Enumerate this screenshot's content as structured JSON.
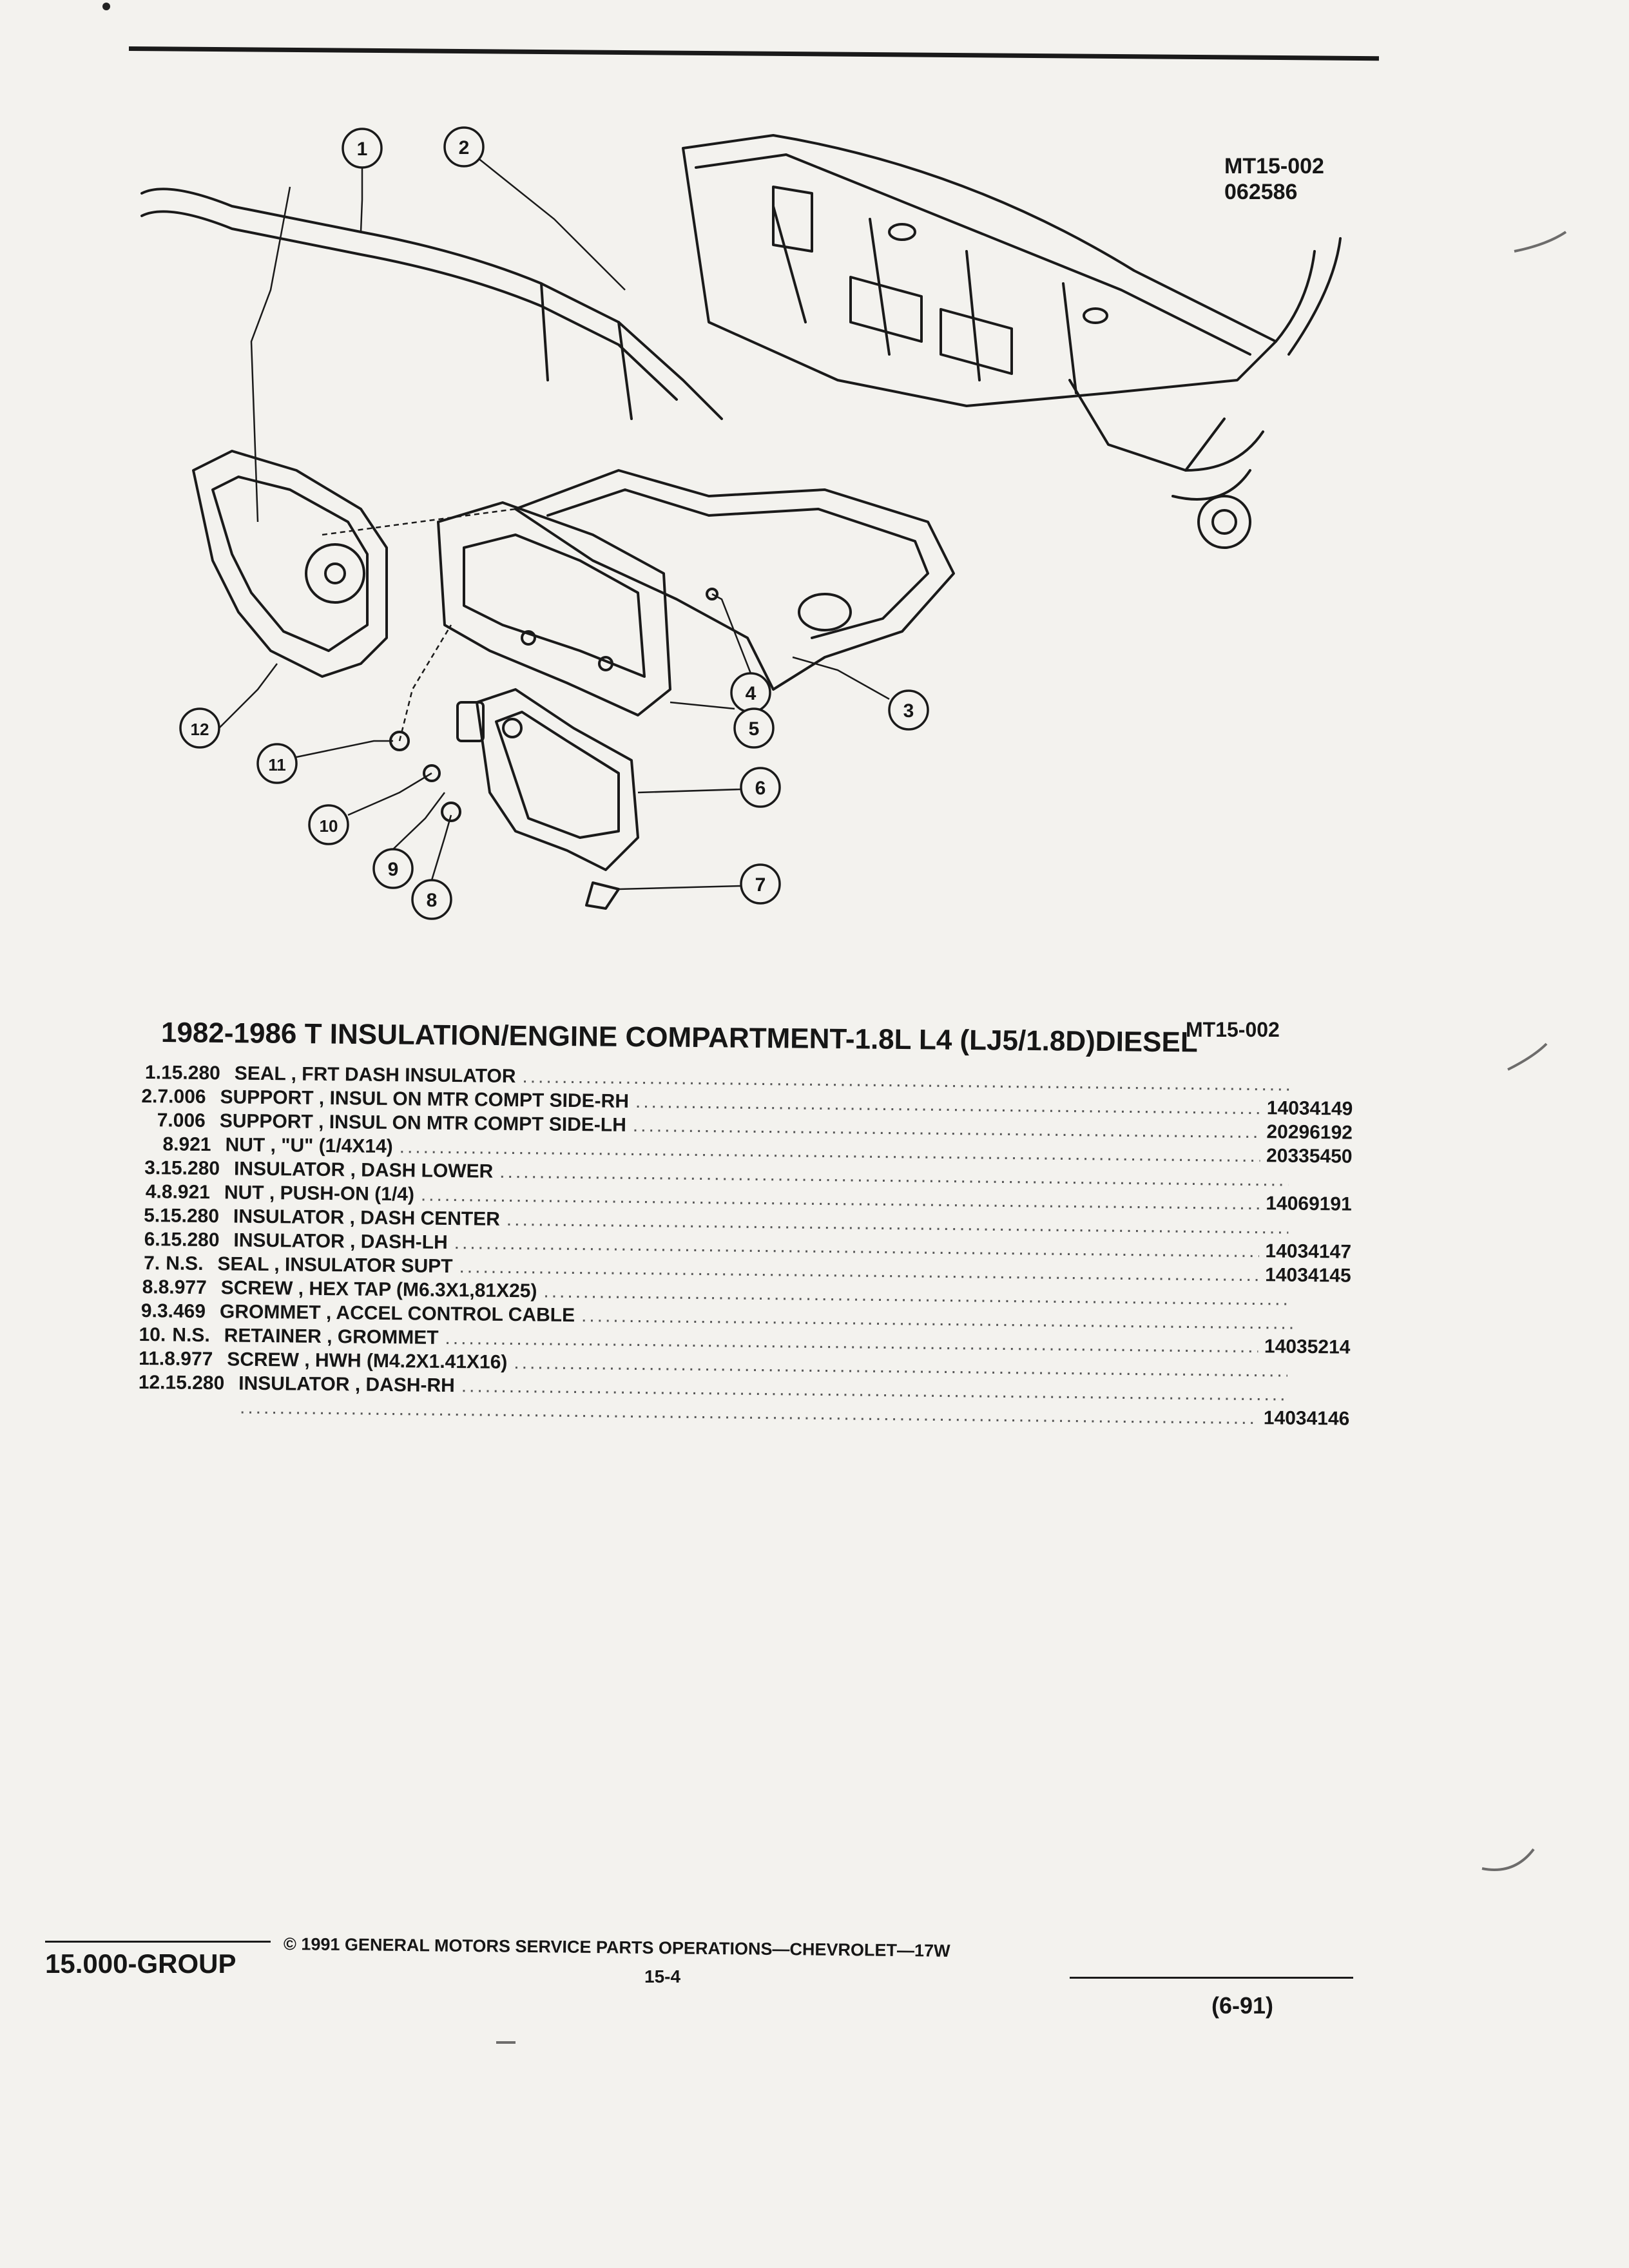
{
  "figure": {
    "id_line1": "MT15-002",
    "id_line2": "062586",
    "callouts": [
      "1",
      "2",
      "3",
      "4",
      "5",
      "6",
      "7",
      "8",
      "9",
      "10",
      "11",
      "12"
    ]
  },
  "heading": {
    "title": "1982-1986 T INSULATION/ENGINE COMPARTMENT-1.8L L4 (LJ5/1.8D)DIESEL",
    "ref": "MT15-002"
  },
  "parts": [
    {
      "no": "1.",
      "group": "15.280",
      "desc": "SEAL , FRT DASH INSULATOR",
      "part": ""
    },
    {
      "no": "2.",
      "group": "7.006",
      "desc": "SUPPORT , INSUL ON MTR COMPT SIDE-RH",
      "part": "14034149"
    },
    {
      "no": "",
      "group": "7.006",
      "desc": "SUPPORT , INSUL ON MTR COMPT SIDE-LH",
      "part": "20296192"
    },
    {
      "no": "",
      "group": "8.921",
      "desc": "NUT , \"U\" (1/4X14)",
      "part": "20335450"
    },
    {
      "no": "3.",
      "group": "15.280",
      "desc": "INSULATOR , DASH LOWER",
      "part": ""
    },
    {
      "no": "4.",
      "group": "8.921",
      "desc": "NUT , PUSH-ON (1/4)",
      "part": "14069191"
    },
    {
      "no": "5.",
      "group": "15.280",
      "desc": "INSULATOR , DASH CENTER",
      "part": ""
    },
    {
      "no": "6.",
      "group": "15.280",
      "desc": "INSULATOR , DASH-LH",
      "part": "14034147"
    },
    {
      "no": "7.",
      "group": "N.S.",
      "desc": "SEAL , INSULATOR SUPT",
      "part": "14034145"
    },
    {
      "no": "8.",
      "group": "8.977",
      "desc": "SCREW , HEX TAP (M6.3X1,81X25)",
      "part": ""
    },
    {
      "no": "9.",
      "group": "3.469",
      "desc": "GROMMET , ACCEL CONTROL CABLE",
      "part": ""
    },
    {
      "no": "10.",
      "group": "N.S.",
      "desc": "RETAINER , GROMMET",
      "part": "14035214"
    },
    {
      "no": "11.",
      "group": "8.977",
      "desc": "SCREW , HWH (M4.2X1.41X16)",
      "part": ""
    },
    {
      "no": "12.",
      "group": "15.280",
      "desc": "INSULATOR , DASH-RH",
      "part": ""
    },
    {
      "no": "",
      "group": "",
      "desc": "",
      "part": "14034146"
    }
  ],
  "footer": {
    "group": "15.000-GROUP",
    "copyright": "©  1991  GENERAL MOTORS SERVICE PARTS OPERATIONS—CHEVROLET—17W",
    "page": "15-4",
    "date": "(6-91)"
  }
}
